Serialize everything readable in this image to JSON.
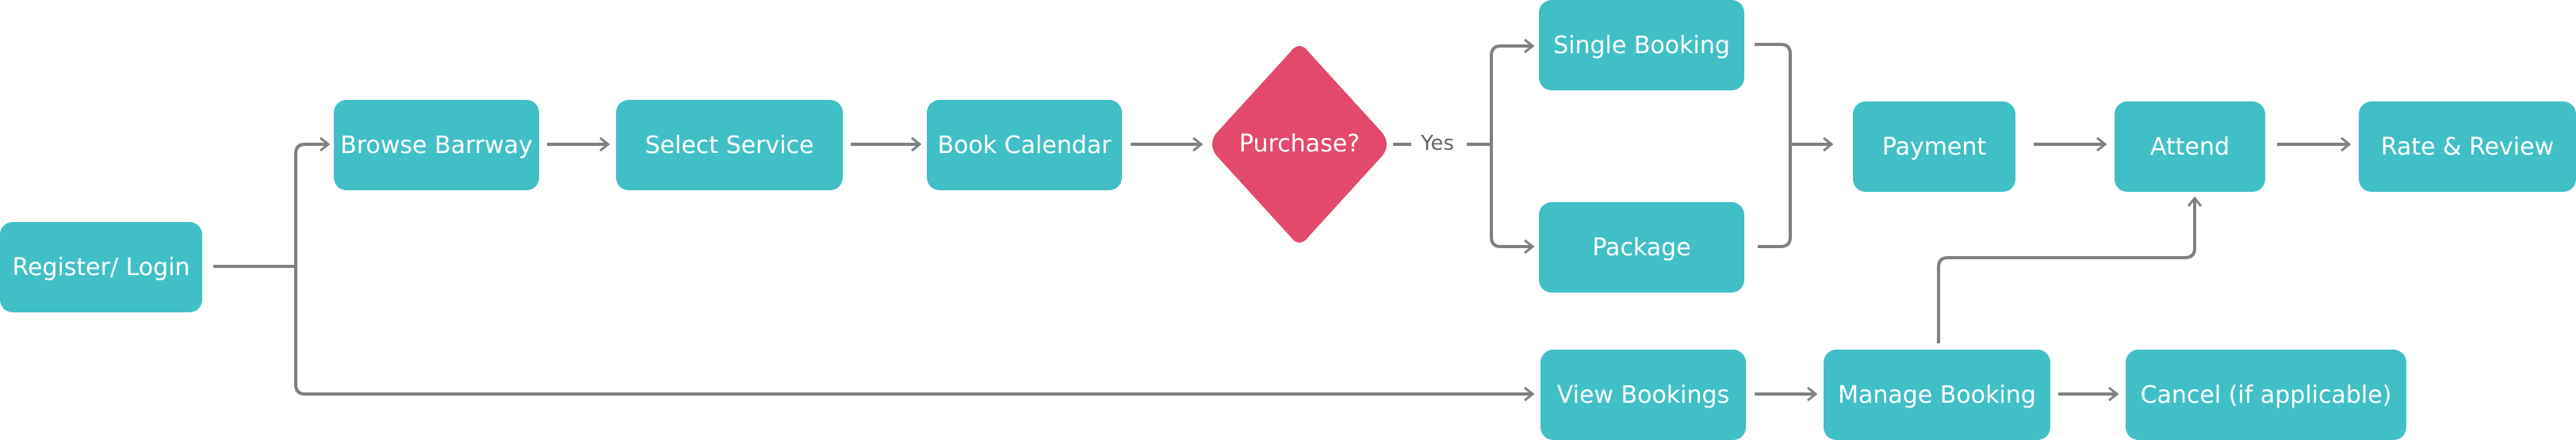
{
  "colors": {
    "process": "#41bfc7",
    "decision": "#e2496b",
    "connector": "#808080"
  },
  "nodes": {
    "register": "Register/ Login",
    "browse": "Browse Barrway",
    "select": "Select Service",
    "book": "Book Calendar",
    "purchase": "Purchase?",
    "single": "Single Booking",
    "package": "Package",
    "payment": "Payment",
    "attend": "Attend",
    "rate": "Rate & Review",
    "view": "View Bookings",
    "manage": "Manage Booking",
    "cancel": "Cancel (if applicable)"
  },
  "edge_labels": {
    "yes": "Yes"
  }
}
